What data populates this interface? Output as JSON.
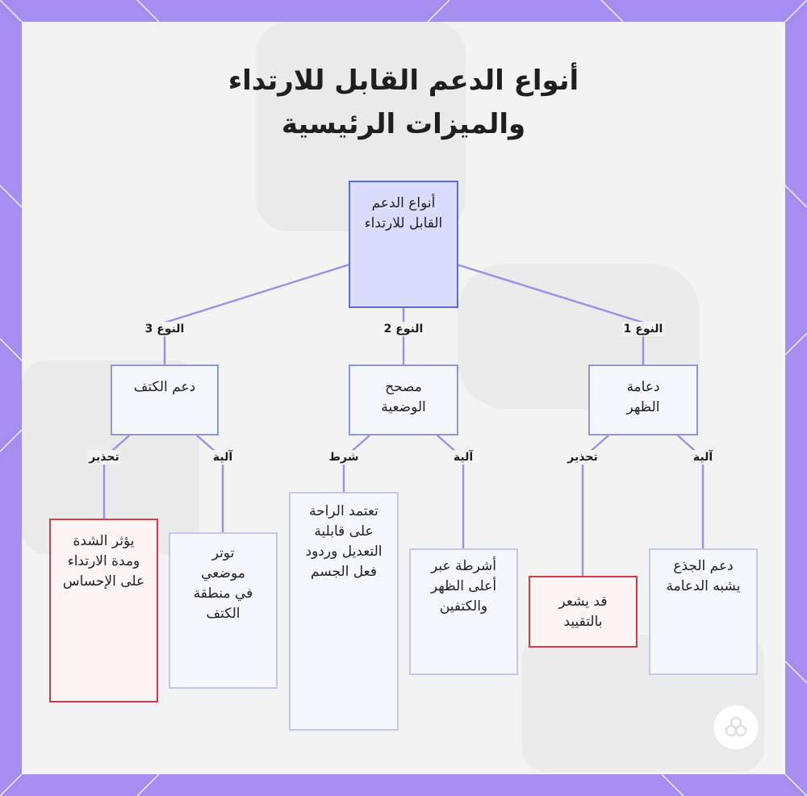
{
  "title": {
    "line1": "أنواع الدعم القابل للارتداء",
    "line2": "والميزات الرئيسية"
  },
  "nodes": {
    "root": "أنواع الدعم القابل للارتداء",
    "type1": "دعامة الظهر",
    "type2": "مصحح الوضعية",
    "type3": "دعم الكتف",
    "t1_mechanism": "دعم الجذع يشبه الدعامة",
    "t1_warning": "قد يشعر بالتقييد",
    "t2_mechanism": "أشرطة عبر أعلى الظهر والكتفين",
    "t2_condition": "تعتمد الراحة على قابلية التعديل وردود فعل الجسم",
    "t3_mechanism": "توتر موضعي في منطقة الكتف",
    "t3_warning": "يؤثر الشدة ومدة الارتداء على الإحساس"
  },
  "edge_labels": {
    "type1": "النوع 1",
    "type2": "النوع 2",
    "type3": "النوع 3",
    "mechanism": "آلية",
    "warning": "تحذير",
    "condition": "شرط"
  },
  "colors": {
    "frame": "#a48ff0",
    "connector": "#a18ce6",
    "root_fill": "#d9dcfc",
    "node_fill": "#f6f7fd",
    "warning_border": "#d23b4d"
  }
}
